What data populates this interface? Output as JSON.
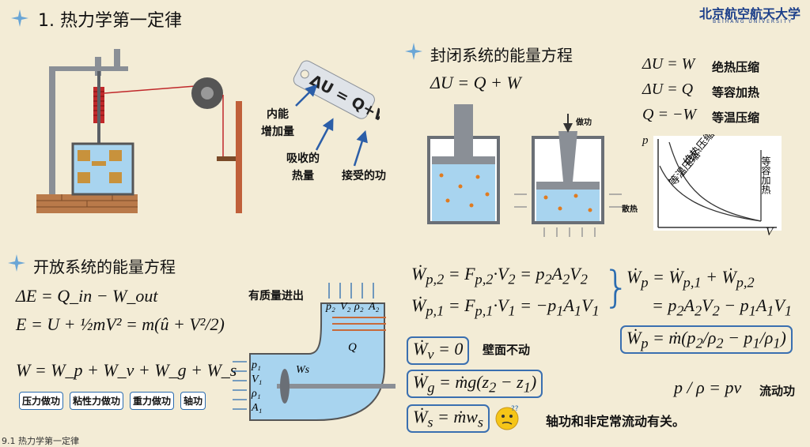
{
  "header": {
    "title": "1. 热力学第一定律",
    "logo": "北京航空航天大学",
    "logo_sub": "BEIHANG UNIVERSITY"
  },
  "apparatus_labels": {
    "tag_formula": "ΔU = Q+W",
    "inner_energy": "内能\n增加量",
    "absorbed_heat": "吸收的\n热量",
    "work_received": "接受的功"
  },
  "closed": {
    "heading": "封闭系统的能量方程",
    "equation": "ΔU = Q + W",
    "cases": [
      {
        "eq": "ΔU = W",
        "label": "绝热压缩"
      },
      {
        "eq": "ΔU = Q",
        "label": "等容加热"
      },
      {
        "eq": "Q = −W",
        "label": "等温压缩"
      }
    ],
    "work_label": "做功",
    "heat_label": "散热",
    "pv": {
      "y": "p",
      "x": "V",
      "curves": [
        "绝热压缩",
        "等温压缩",
        "等容加热"
      ]
    }
  },
  "open": {
    "heading": "开放系统的能量方程",
    "eq1": "ΔE = Q_in − W_out",
    "eq3": "W = W_p + W_v + W_g + W_s",
    "labels": [
      "压力做功",
      "粘性力做功",
      "重力做功",
      "轴功"
    ],
    "diagram_label": "有质量进出",
    "diagram_vars": [
      "p₂",
      "V₂",
      "ρ₂",
      "A₂",
      "Q",
      "p₁",
      "V₁",
      "ρ₁",
      "A₁",
      "Ws"
    ]
  },
  "right": {
    "wall_label": "壁面不动",
    "flow_work": "流动功",
    "shaft_note": "轴功和非定常流动有关。"
  },
  "footer": "9.1 热力学第一定律"
}
